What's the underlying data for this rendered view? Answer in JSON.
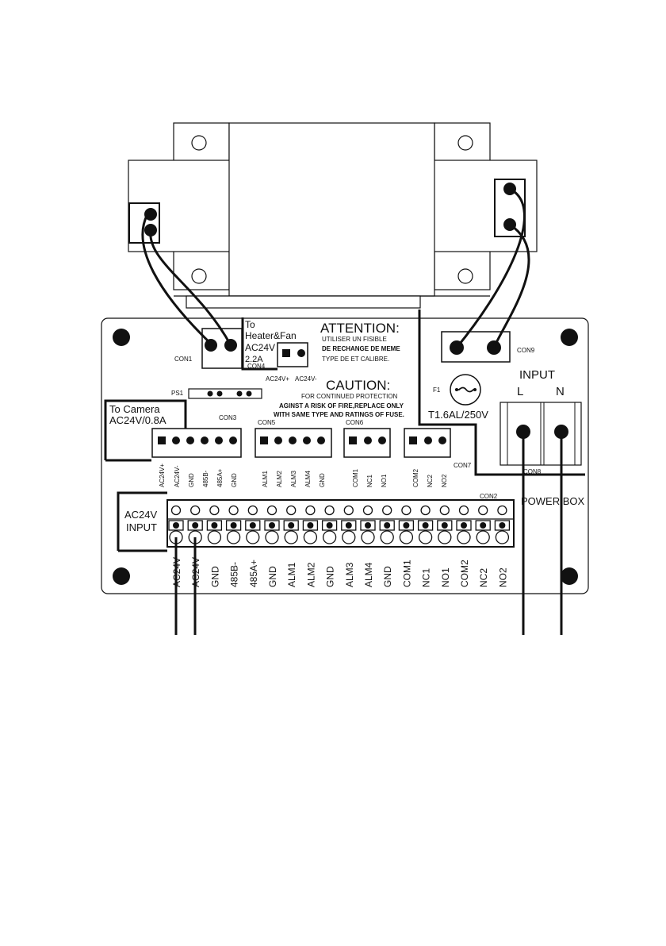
{
  "board": {
    "attention_title": "ATTENTION:",
    "attention_line1": "UTILISER UN FISIBLE",
    "attention_line2": "DE RECHANGE DE MEME",
    "attention_line3": "TYPE DE ET CALIBRE.",
    "caution_title": "CAUTION:",
    "caution_line1": "FOR CONTINUED PROTECTION",
    "caution_line2": "AGINST A RISK OF FIRE,REPLACE ONLY",
    "caution_line3": "WITH SAME TYPE AND RATINGS OF FUSE.",
    "heater_line1": "To",
    "heater_line2": "Heater&Fan",
    "heater_line3": "AC24V",
    "heater_line4": "2.2A",
    "camera_line1": "To Camera",
    "camera_line2": "AC24V/0.8A",
    "input_label": "INPUT",
    "input_l": "L",
    "input_n": "N",
    "power_box": "POWER BOX",
    "ac_input_line1": "AC24V",
    "ac_input_line2": "INPUT",
    "fuse_label": "F1",
    "fuse_rating": "T1.6AL/250V",
    "ps1": "PS1"
  },
  "connectors": {
    "con1": "CON1",
    "con2": "CON2",
    "con3": "CON3",
    "con4": "CON4",
    "con5": "CON5",
    "con6": "CON6",
    "con7": "CON7",
    "con8": "CON8",
    "con9": "CON9"
  },
  "con4_pins": [
    "AC24V+",
    "AC24V-"
  ],
  "con3_pins": [
    "AC24V+",
    "AC24V-",
    "GND",
    "485B-",
    "485A+",
    "GND"
  ],
  "con5_pins": [
    "ALM1",
    "ALM2",
    "ALM3",
    "ALM4",
    "GND"
  ],
  "con6_pins": [
    "COM1",
    "NC1",
    "NO1"
  ],
  "con7_pins": [
    "COM2",
    "NC2",
    "NO2"
  ],
  "terminal_labels": [
    "AC24V",
    "AC24V",
    "GND",
    "485B-",
    "485A+",
    "GND",
    "ALM1",
    "ALM2",
    "GND",
    "ALM3",
    "ALM4",
    "GND",
    "COM1",
    "NC1",
    "NO1",
    "COM2",
    "NC2",
    "NO2"
  ]
}
